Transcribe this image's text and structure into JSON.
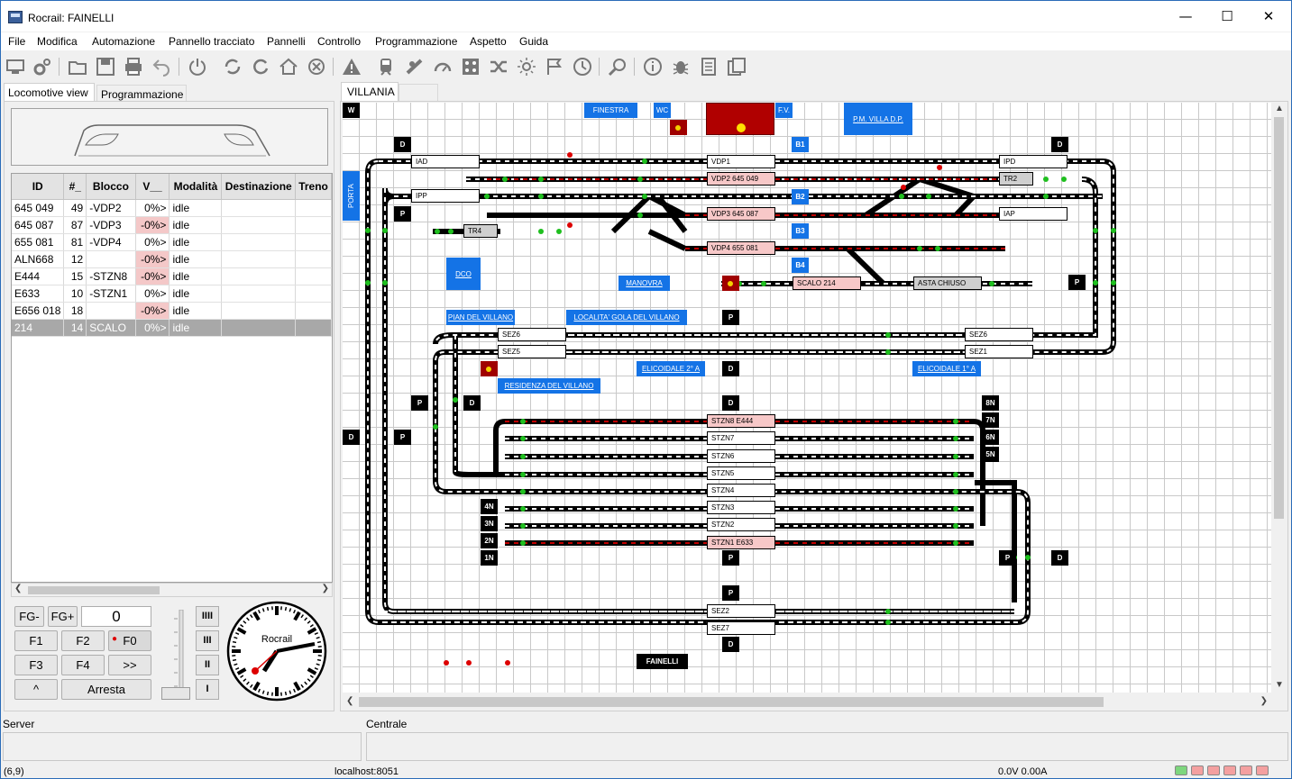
{
  "app": {
    "title": "Rocrail: FAINELLI",
    "minimize": "—",
    "maximize": "☐",
    "close": "✕"
  },
  "menu": [
    "File",
    "Modifica",
    "Automazione",
    "Pannello tracciato",
    "Pannelli",
    "Controllo",
    "Programmazione",
    "Aspetto",
    "Guida"
  ],
  "toolbar_icons": [
    "server-icon",
    "settings-icon",
    "open-folder-icon",
    "save-icon",
    "print-icon",
    "undo-icon",
    "power-icon",
    "sync-icon",
    "refresh-icon",
    "home-icon",
    "stop-circle-icon",
    "warning-icon",
    "train-icon",
    "route-icon",
    "speedometer-icon",
    "layout-icon",
    "shuffle-icon",
    "light-icon",
    "flag-icon",
    "clock-icon",
    "zoom-icon",
    "info-icon",
    "bug-icon",
    "document-icon",
    "documents-icon"
  ],
  "left_tabs": {
    "locoview": "Locomotive view",
    "prog": "Programmazione"
  },
  "loco_table": {
    "headers": [
      "ID",
      "#_",
      "Blocco",
      "V__",
      "Modalità",
      "Destinazione",
      "Treno"
    ],
    "rows": [
      {
        "id": "645 049",
        "num": "49",
        "block": "-VDP2",
        "v": "0%>",
        "mode": "idle",
        "dest": "",
        "train": "",
        "vpink": false
      },
      {
        "id": "645 087",
        "num": "87",
        "block": "-VDP3",
        "v": "-0%>",
        "mode": "idle",
        "dest": "",
        "train": "",
        "vpink": true
      },
      {
        "id": "655 081",
        "num": "81",
        "block": "-VDP4",
        "v": "0%>",
        "mode": "idle",
        "dest": "",
        "train": "",
        "vpink": false
      },
      {
        "id": "ALN668",
        "num": "12",
        "block": "",
        "v": "-0%>",
        "mode": "idle",
        "dest": "",
        "train": "",
        "vpink": true
      },
      {
        "id": "E444",
        "num": "15",
        "block": "-STZN8",
        "v": "-0%>",
        "mode": "idle",
        "dest": "",
        "train": "",
        "vpink": true
      },
      {
        "id": "E633",
        "num": "10",
        "block": "-STZN1",
        "v": "0%>",
        "mode": "idle",
        "dest": "",
        "train": "",
        "vpink": false
      },
      {
        "id": "E656 018",
        "num": "18",
        "block": "",
        "v": "-0%>",
        "mode": "idle",
        "dest": "",
        "train": "",
        "vpink": true
      },
      {
        "id": "214",
        "num": "14",
        "block": "SCALO",
        "v": "0%>",
        "mode": "idle",
        "dest": "",
        "train": "",
        "vpink": false
      }
    ],
    "selected_row": 7
  },
  "throttle": {
    "fg_minus": "FG-",
    "fg_plus": "FG+",
    "speed": "0",
    "f1": "F1",
    "f2": "F2",
    "f0": "F0",
    "f3": "F3",
    "f4": "F4",
    "more": ">>",
    "dir": "^",
    "stop": "Arresta",
    "levels": [
      "IIII",
      "III",
      "II",
      "I"
    ],
    "clock_brand": "Rocrail"
  },
  "plan": {
    "tab": "VILLANIA",
    "blue_labels": [
      "FINESTRA",
      "WC",
      "F.V.",
      "P.M. VILLA D.P.",
      "PORTA",
      "DCO",
      "MANOVRA",
      "PIAN DEL VILLANO",
      "LOCALITA' GOLA DEL VILLANO",
      "RESIDENZA DEL VILLANO",
      "ELICOIDALE 2° A",
      "ELICOIDALE 1° A"
    ],
    "blue_tags": [
      "B1",
      "B2",
      "B3",
      "B4"
    ],
    "black_tags": [
      "W",
      "D",
      "P",
      "8N",
      "7N",
      "6N",
      "5N",
      "4N",
      "3N",
      "2N",
      "1N",
      "FAINELLI"
    ],
    "blocks": {
      "iad": "IAD",
      "ipp": "IPP",
      "ipd": "IPD",
      "iap": "IAP",
      "tr2": "TR2",
      "tr4": "TR4",
      "vdp1": "VDP1",
      "vdp2": "VDP2 645 049",
      "vdp3": "VDP3 645 087",
      "vdp4": "VDP4 655 081",
      "scalo": "SCALO 214",
      "asta": "ASTA CHIUSO",
      "sez6a": "SEZ6",
      "sez5": "SEZ5",
      "sez6b": "SEZ6",
      "sez1": "SEZ1",
      "stzn8": "STZN8 E444",
      "stzn7": "STZN7",
      "stzn6": "STZN6",
      "stzn5": "STZN5",
      "stzn4": "STZN4",
      "stzn3": "STZN3",
      "stzn2": "STZN2",
      "stzn1": "STZN1 E633",
      "sez2": "SEZ2",
      "sez7": "SEZ7"
    }
  },
  "bottom": {
    "server": "Server",
    "centrale": "Centrale"
  },
  "status": {
    "coords": "(6,9)",
    "host": "localhost:8051",
    "power": "0.0V 0.00A"
  }
}
